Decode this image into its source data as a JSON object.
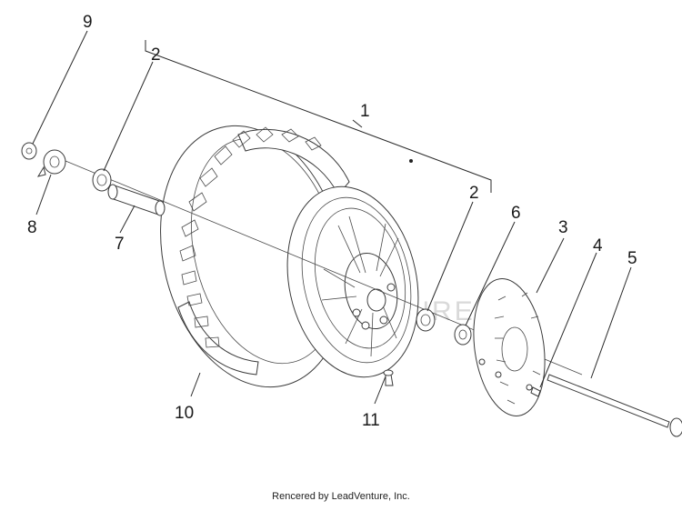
{
  "callouts": {
    "c1": "1",
    "c2a": "2",
    "c2b": "2",
    "c3": "3",
    "c4": "4",
    "c5": "5",
    "c6": "6",
    "c7": "7",
    "c8": "8",
    "c9": "9",
    "c10": "10",
    "c11": "11"
  },
  "watermark": "LEADVENTURE",
  "footer": "Rencered by LeadVenture, Inc."
}
